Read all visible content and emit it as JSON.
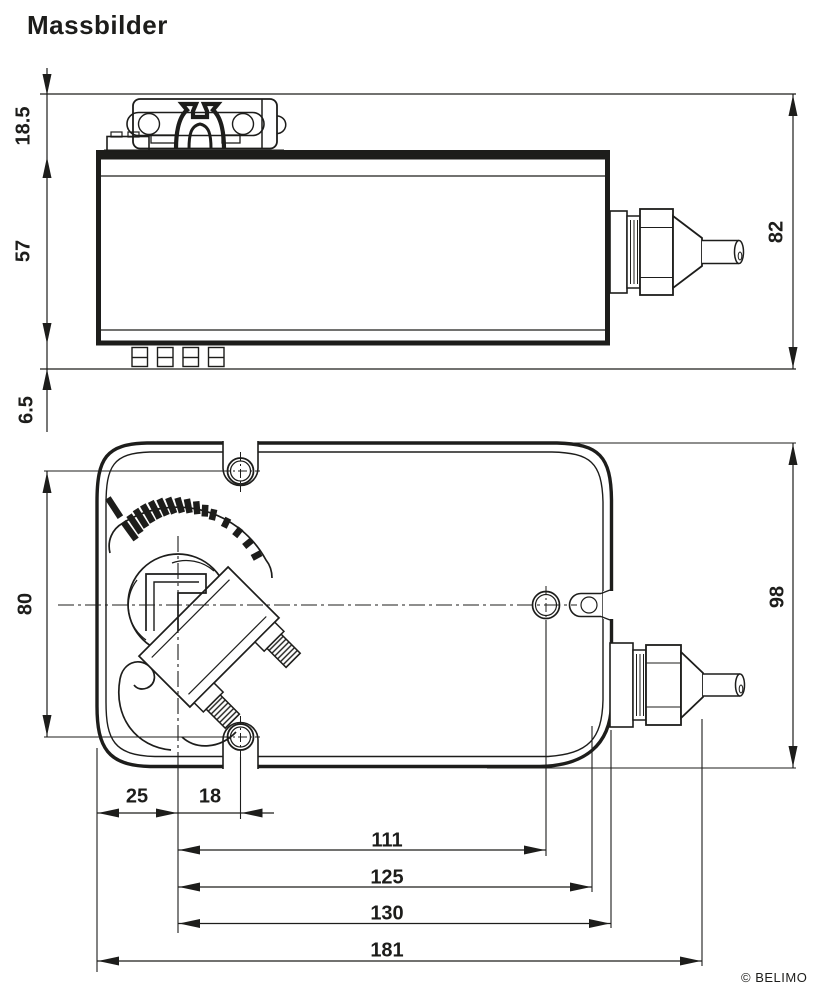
{
  "title": "Massbilder",
  "copyright": "© BELIMO",
  "dimensions": {
    "side": {
      "bracket_height": "18.5",
      "body_height": "57",
      "feet_height": "6.5",
      "overall_height": "82"
    },
    "plan": {
      "housing_width": "98",
      "screw_spacing": "80",
      "clamp_to_edge": "25",
      "clamp_to_screw": "18",
      "clamp_to_shaft": "111",
      "clamp_to_flange": "125",
      "clamp_to_housing_end": "130",
      "overall_length": "181"
    }
  }
}
